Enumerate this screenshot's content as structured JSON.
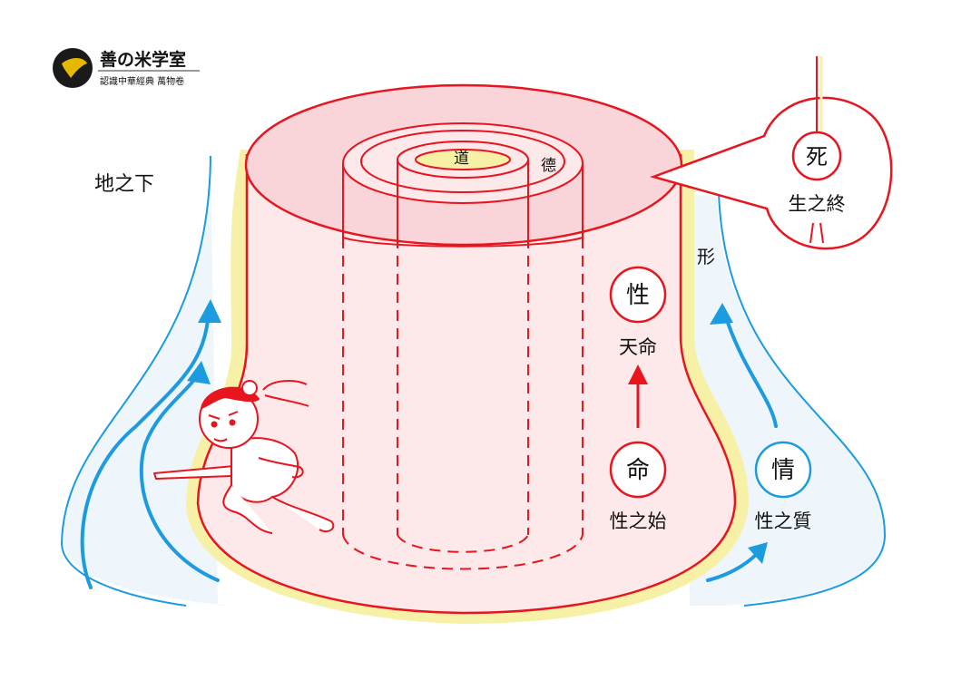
{
  "logo": {
    "title": "善の米学室",
    "subtitle": "認識中華經典 萬物卷",
    "icon": "phoenix-bird-icon"
  },
  "labels": {
    "below_earth": "地之下",
    "dao": "道",
    "de": "德",
    "xing_form": "形"
  },
  "nodes": {
    "death": {
      "char": "死",
      "caption": "生之終"
    },
    "nature": {
      "char": "性",
      "caption": "天命"
    },
    "fate": {
      "char": "命",
      "caption": "性之始"
    },
    "emotion": {
      "char": "情",
      "caption": "性之質"
    }
  },
  "colors": {
    "red": "#e8141e",
    "pink_fill": "#fde8ea",
    "pink_top": "#f9d4d8",
    "yellow_glow": "#f7f1a8",
    "blue": "#1c9be0",
    "light_blue_fill": "#eef6fb",
    "text": "#111111"
  },
  "icons": {
    "boy_warrior": "boy-with-sword-icon"
  }
}
